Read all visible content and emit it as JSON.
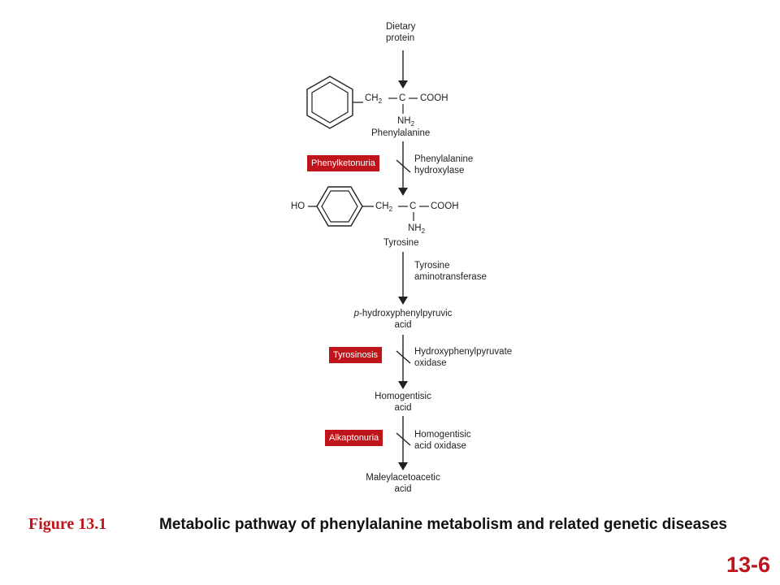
{
  "diagram": {
    "dietary_protein": [
      "Dietary",
      "protein"
    ],
    "phenylalanine": {
      "ch2": "CH",
      "ch2_sub": "2",
      "c": "C",
      "cooh": "COOH",
      "nh2": "NH",
      "nh2_sub": "2",
      "name": "Phenylalanine"
    },
    "step1": {
      "disease": "Phenylketonuria",
      "enzyme": [
        "Phenylalanine",
        "hydroxylase"
      ]
    },
    "tyrosine": {
      "ho": "HO",
      "ch2": "CH",
      "ch2_sub": "2",
      "c": "C",
      "cooh": "COOH",
      "nh2": "NH",
      "nh2_sub": "2",
      "name": "Tyrosine"
    },
    "step2": {
      "enzyme": [
        "Tyrosine",
        "aminotransferase"
      ]
    },
    "hppa": {
      "prefix": "p",
      "line1": "-hydroxyphenylpyruvic",
      "line2": "acid"
    },
    "step3": {
      "disease": "Tyrosinosis",
      "enzyme": [
        "Hydroxyphenylpyruvate",
        "oxidase"
      ]
    },
    "homogentisic": [
      "Homogentisic",
      "acid"
    ],
    "step4": {
      "disease": "Alkaptonuria",
      "enzyme": [
        "Homogentisic",
        "acid oxidase"
      ]
    },
    "maleylacetoacetic": [
      "Maleylacetoacetic",
      "acid"
    ]
  },
  "figure_label": "Figure 13.1",
  "caption": "Metabolic pathway of phenylalanine metabolism and related genetic diseases",
  "slide_number": "13-6",
  "colors": {
    "accent": "#c0141b",
    "line": "#222222"
  }
}
